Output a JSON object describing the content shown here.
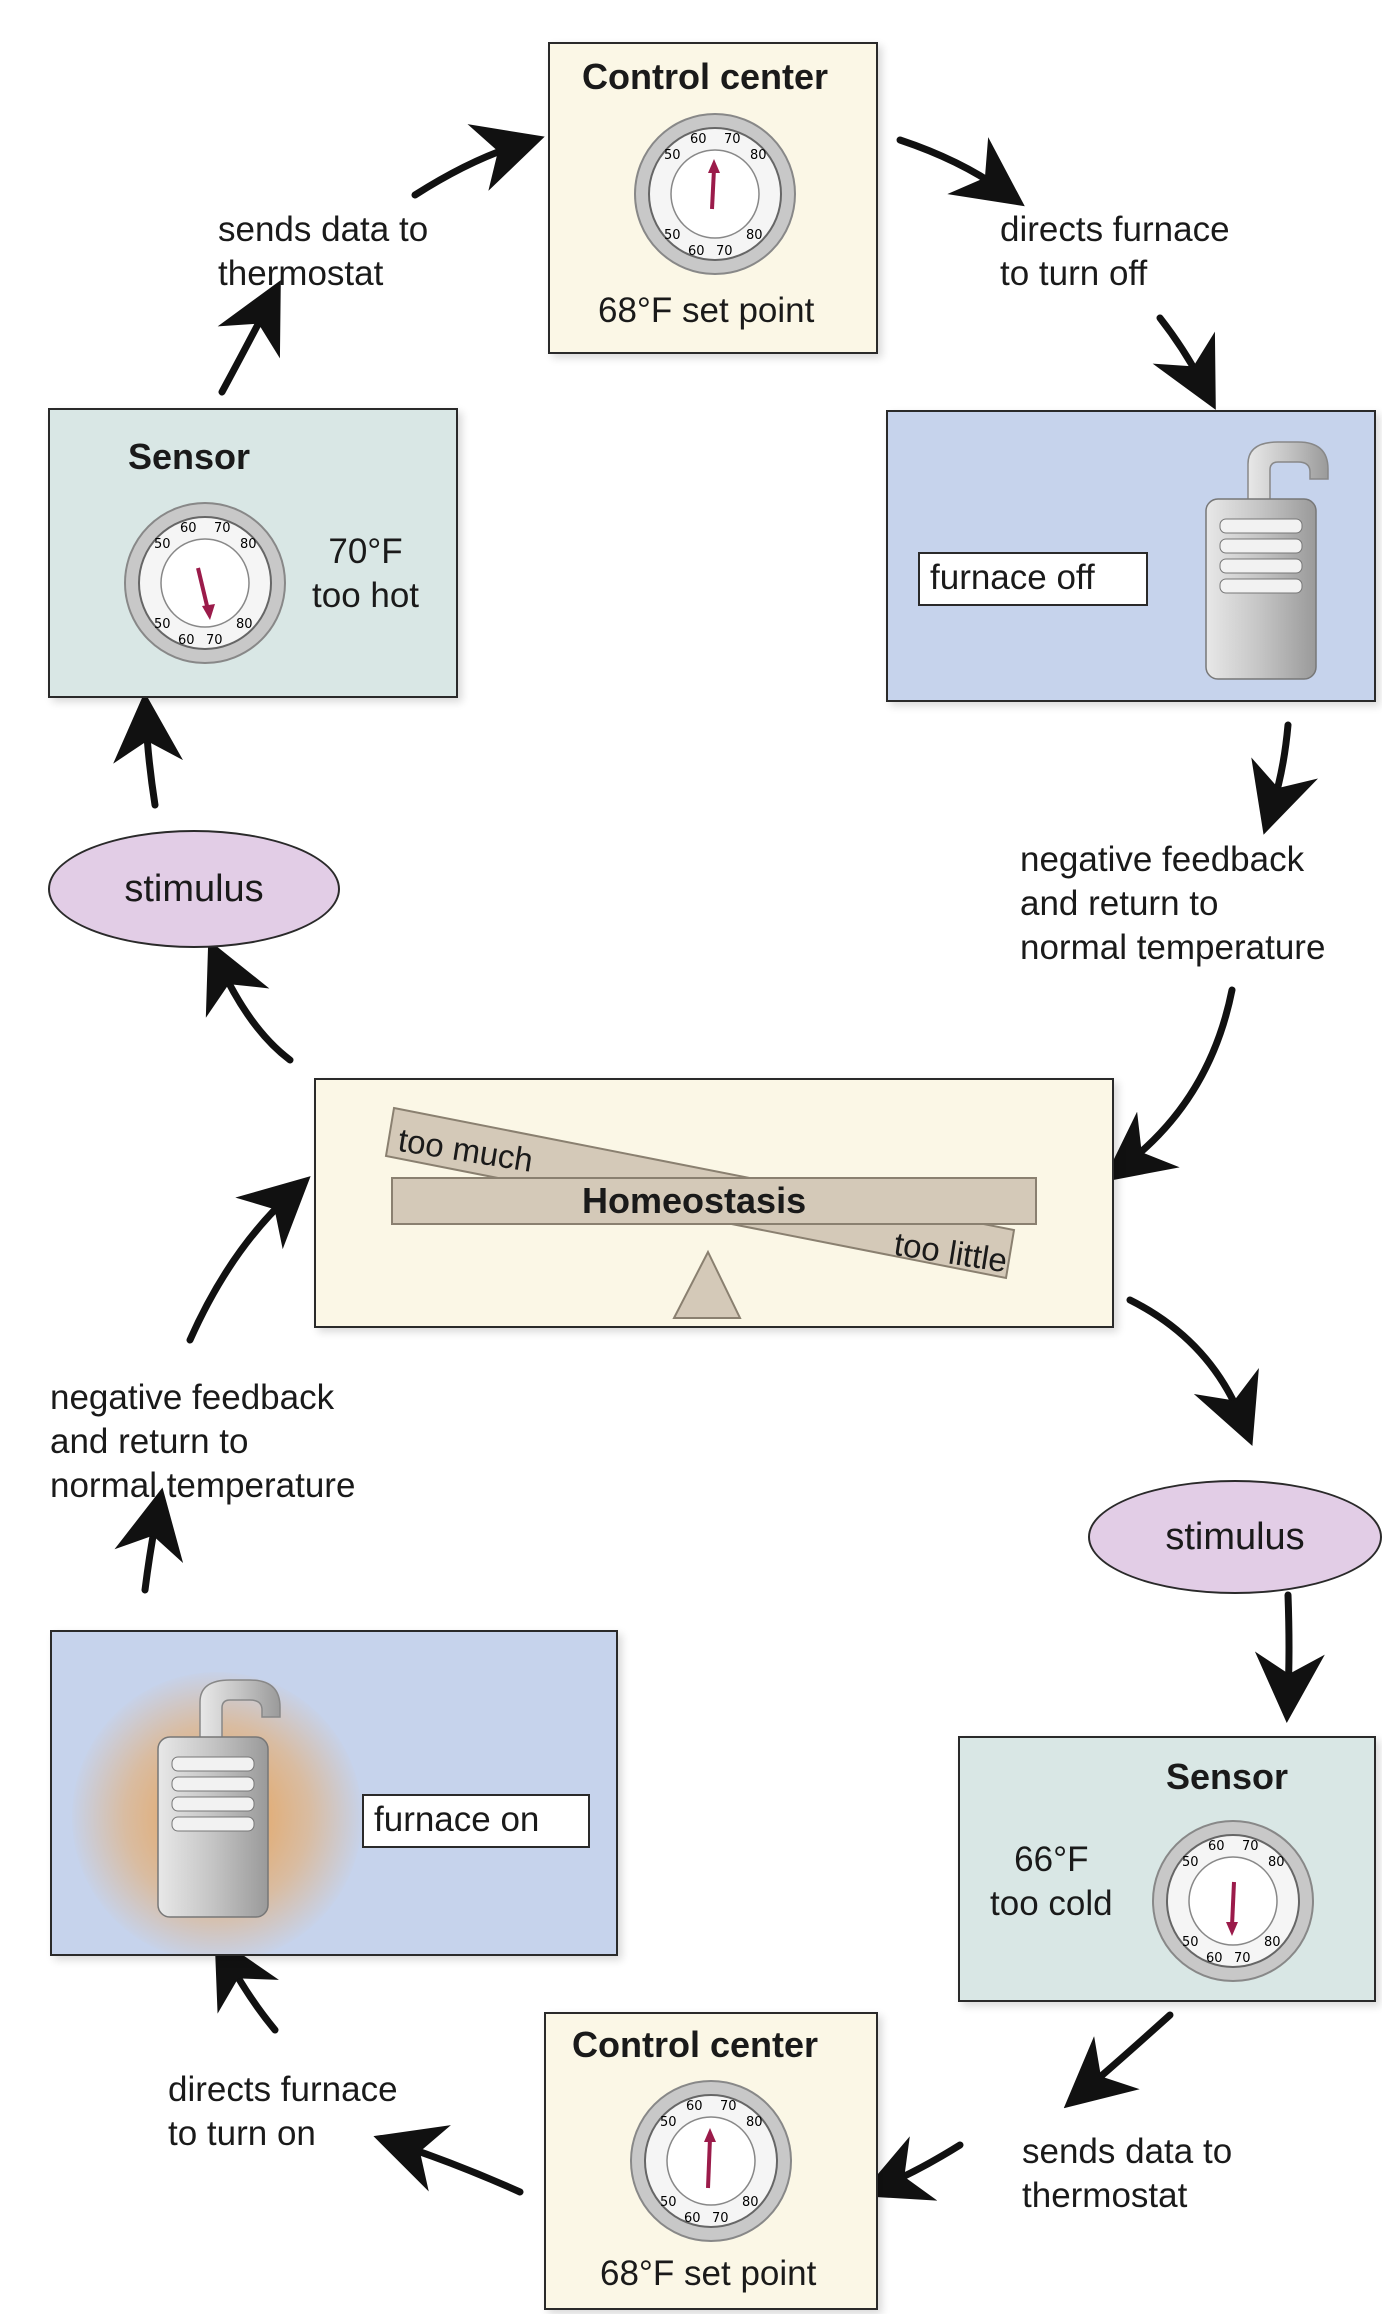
{
  "top_control": {
    "title": "Control center",
    "setpoint": "68°F set point"
  },
  "top_arrow_label": {
    "line1": "sends data to",
    "line2": "thermostat"
  },
  "top_right_arrow_label": {
    "line1": "directs furnace",
    "line2": "to turn off"
  },
  "top_sensor": {
    "title": "Sensor",
    "reading_line1": "70°F",
    "reading_line2": "too hot"
  },
  "furnace_off": {
    "label": "furnace off"
  },
  "stimulus_top": "stimulus",
  "stimulus_bottom": "stimulus",
  "right_feedback": {
    "line1": "negative feedback",
    "line2": "and return to",
    "line3": "normal temperature"
  },
  "left_feedback": {
    "line1": "negative feedback",
    "line2": "and return to",
    "line3": "normal temperature"
  },
  "homeostasis": {
    "title": "Homeostasis",
    "too_much": "too much",
    "too_little": "too little"
  },
  "furnace_on": {
    "label": "furnace on"
  },
  "bottom_sensor": {
    "title": "Sensor",
    "reading_line1": "66°F",
    "reading_line2": "too cold"
  },
  "bottom_arrow_label": {
    "line1": "sends data to",
    "line2": "thermostat"
  },
  "bottom_left_arrow_label": {
    "line1": "directs furnace",
    "line2": "to turn on"
  },
  "bottom_control": {
    "title": "Control center",
    "setpoint": "68°F set point"
  },
  "dial_ticks": {
    "t50": "50",
    "t60": "60",
    "t70": "70",
    "t80": "80"
  },
  "colors": {
    "needle": "#9b1b4a",
    "cream": "#fbf7e6",
    "teal": "#d9e7e5",
    "blue": "#c6d3ec",
    "stimulus": "#e2cde6",
    "homeostasis_bar": "#d4c9b8",
    "glow": "#f0a040"
  }
}
